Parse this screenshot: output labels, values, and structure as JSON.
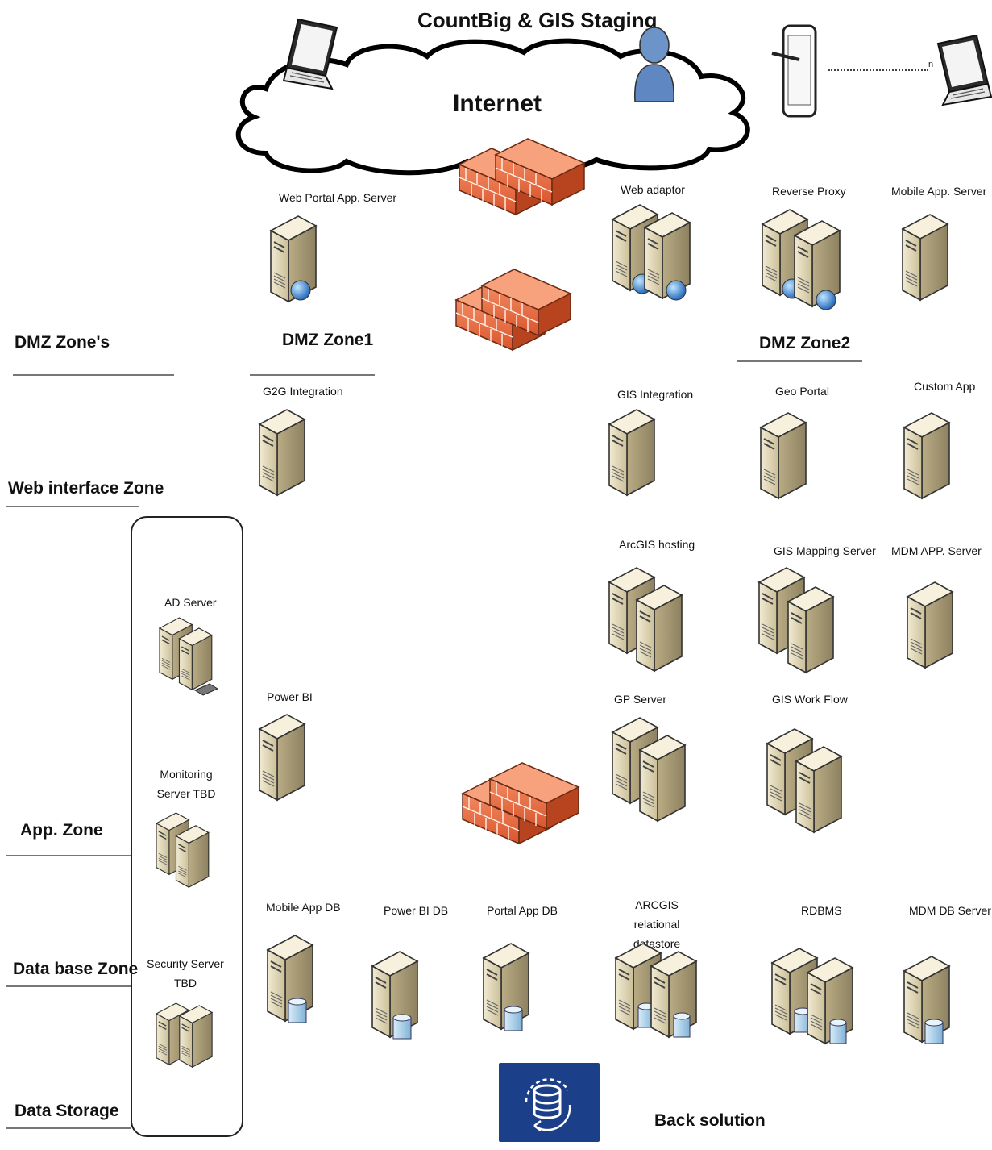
{
  "diagram": {
    "title": "CountBig & GIS  Staging",
    "cloud_label": "Internet",
    "devices": {
      "n_label": "n"
    },
    "zones": [
      {
        "id": "dmz-zones",
        "label": "DMZ Zone's"
      },
      {
        "id": "web-interface-zone",
        "label": "Web interface Zone"
      },
      {
        "id": "app-zone",
        "label": "App. Zone"
      },
      {
        "id": "database-zone",
        "label": "Data base Zone"
      },
      {
        "id": "data-storage",
        "label": "Data  Storage"
      }
    ],
    "dmz_headings": {
      "zone1": "DMZ Zone1",
      "zone2": "DMZ Zone2"
    },
    "servers": {
      "web_portal": "Web Portal App. Server",
      "web_adaptor": "Web adaptor",
      "reverse_proxy": "Reverse Proxy",
      "mobile_app_server": "Mobile App. Server",
      "g2g_integration": "G2G Integration",
      "gis_integration": "GIS  Integration",
      "geo_portal": "Geo Portal",
      "custom_app": "Custom App",
      "arcgis_hosting": "ArcGIS hosting",
      "gis_mapping": "GIS Mapping Server",
      "mdm_app": "MDM APP. Server",
      "ad_server": "AD Server",
      "power_bi": "Power BI",
      "gp_server": "GP Server",
      "gis_workflow": "GIS Work Flow",
      "monitoring_1": "Monitoring",
      "monitoring_2": "Server TBD",
      "security_1": "Security Server",
      "security_2": "TBD",
      "mobile_app_db": "Mobile App DB",
      "power_bi_db": "Power BI DB",
      "portal_app_db": "Portal App DB",
      "arcgis_relational_1": "ARCGIS relational",
      "arcgis_relational_2": "datastore",
      "rdbms": "RDBMS",
      "mdm_db": "MDM DB Server"
    },
    "backup_label": "Back solution"
  },
  "colors": {
    "firewall": "#e8663f",
    "server_body": "#e3d8b8",
    "backup_box": "#1c3f8a"
  }
}
